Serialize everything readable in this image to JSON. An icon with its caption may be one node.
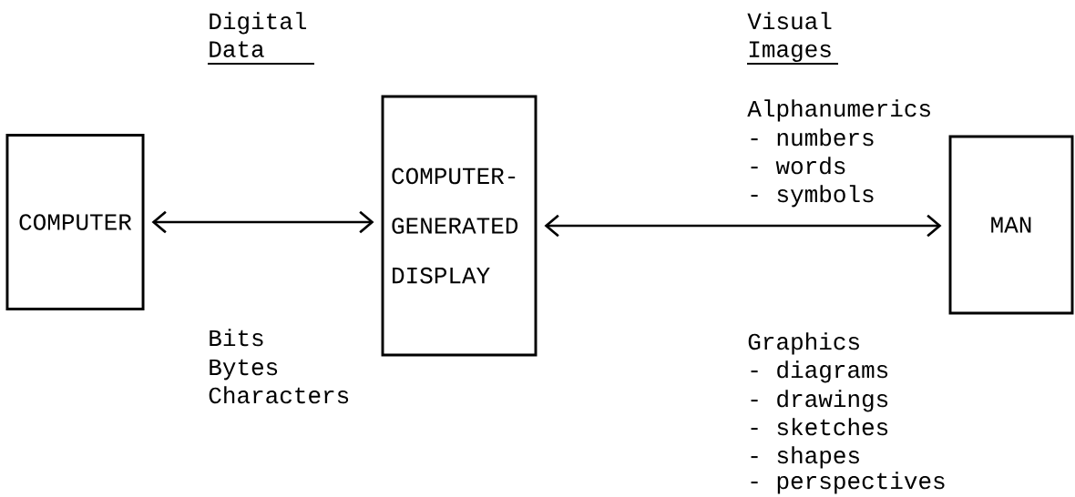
{
  "diagram": {
    "nodes": [
      {
        "text": [
          "COMPUTER"
        ]
      },
      {
        "text": [
          "COMPUTER- GENERATED DISPLAY"
        ]
      },
      {
        "text": [
          "MAN"
        ]
      }
    ],
    "edges": [
      {
        "from": 0,
        "to": 1,
        "arrow": "both"
      },
      {
        "from": 1,
        "to": 2,
        "arrow": "both"
      }
    ],
    "labels": [
      "Digital Data",
      "Visual Images",
      "Alphanumerics",
      "- numbers",
      "- words",
      "- symbols",
      "Bits",
      "Bytes",
      "Characters",
      "Graphics",
      "- diagrams",
      "- drawings",
      "- sketches",
      "- shapes",
      "- perspectives"
    ]
  }
}
